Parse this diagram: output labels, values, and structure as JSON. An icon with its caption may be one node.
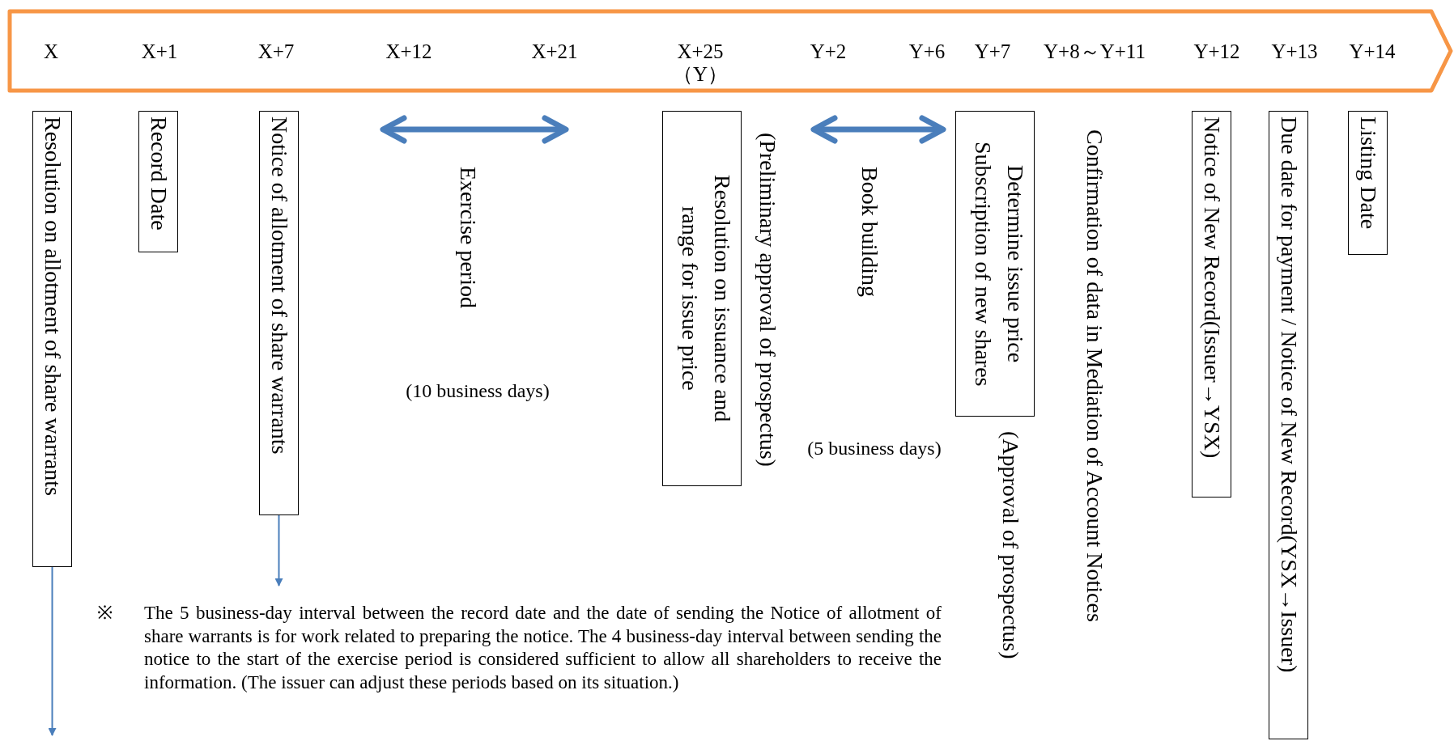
{
  "diagram": {
    "nodes": [
      {
        "text": [
          "X",
          "X+1",
          "X+7",
          "X+12",
          "X+21",
          "X+25 （Y）",
          "Y+2",
          "Y+6",
          "Y+7",
          "Y+8～Y+11",
          "Y+12",
          "Y+13",
          "Y+14"
        ]
      },
      {
        "text": [
          "Resolution on allotment of share warrants"
        ]
      },
      {
        "text": [
          "Record Date"
        ]
      },
      {
        "text": [
          "Notice of allotment of share warrants"
        ]
      },
      {
        "text": [
          "Resolution on issuance and range for issue price"
        ]
      },
      {
        "text": [
          "Determine issue price",
          "Subscription of new shares"
        ]
      },
      {
        "text": [
          "Notice of New Record(Issuer→YSX)"
        ]
      },
      {
        "text": [
          "Due date for payment / Notice of New Record(YSX→Issuer)"
        ]
      },
      {
        "text": [
          "Listing Date"
        ]
      },
      {
        "text": [
          "※",
          "The 5 business-day interval between the record date and the date of sending the Notice of allotment of share warrants is for work related to preparing the notice. The 4 business-day interval between sending the notice to the start of the exercise period is considered sufficient to allow all shareholders to receive the information. (The issuer can adjust these periods based on its situation.)"
        ]
      }
    ],
    "edges": [
      {
        "from": 1,
        "to": null,
        "arrow": "to"
      },
      {
        "from": 3,
        "to": 9,
        "arrow": "to"
      }
    ],
    "labels": [
      "Exercise period",
      "(10 business days)",
      "(Preliminary approval of prospectus)",
      "Book building",
      "(5 business days)",
      "(Approval of prospectus)",
      "Confirmation of data in Mediation of Account Notices"
    ]
  }
}
